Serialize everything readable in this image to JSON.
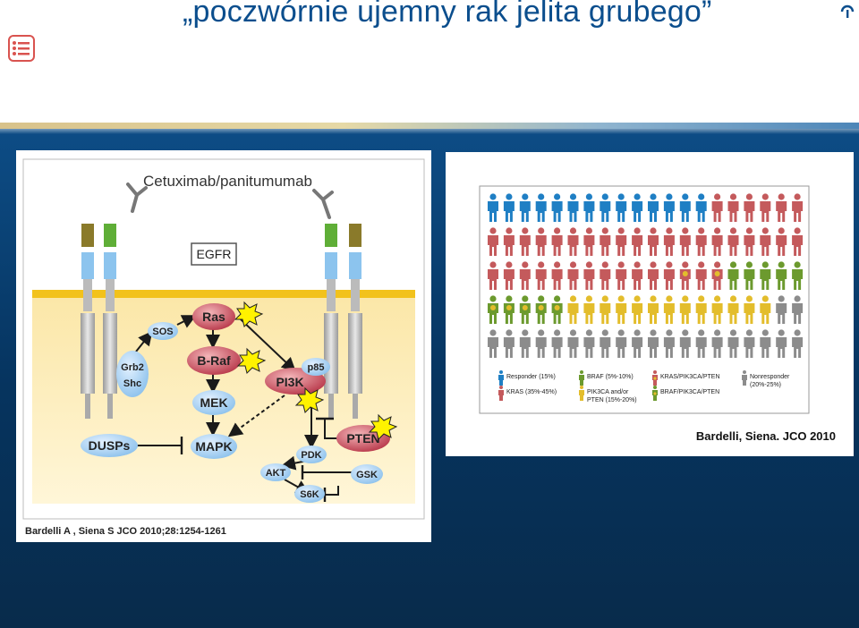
{
  "slide": {
    "title": "„poczwórnie ujemny rak jelita grubego”"
  },
  "icons": {
    "menu": "list-menu-icon",
    "info": "info-icon"
  },
  "pathway_figure": {
    "drug_label": "Cetuximab/panitumumab",
    "receptor_label": "EGFR",
    "nodes": {
      "ras": "Ras",
      "braf": "B-Raf",
      "mek": "MEK",
      "mapk": "MAPK",
      "pi3k": "PI3K",
      "p85": "p85",
      "pten": "PTEN",
      "pdk": "PDK",
      "akt": "AKT",
      "gsk": "GSK",
      "s6k": "S6K",
      "sos": "SOS",
      "grb2": "Grb2",
      "shc": "Shc",
      "dusps": "DUSPs"
    },
    "citation": "Bardelli A , Siena S JCO 2010;28:1254-1261"
  },
  "population_figure": {
    "legend": {
      "responder": "Responder (15%)",
      "kras": "KRAS (35%-45%)",
      "braf": "BRAF (5%-10%)",
      "pik3ca_l1": "PIK3CA and/or",
      "pik3ca_l2": "PTEN (15%-20%)",
      "kras_pik3ca": "KRAS/PIK3CA/PTEN",
      "braf_pik3ca": "BRAF/PIK3CA/PTEN",
      "nonresponder_l1": "Nonresponder",
      "nonresponder_l2": "(20%-25%)"
    },
    "colors": {
      "responder": "#1f7fc4",
      "kras": "#c45a5c",
      "braf": "#6c9a2e",
      "pik3ca": "#e3bd2c",
      "nonresponder": "#8c8c8c"
    },
    "citation": "Bardelli, Siena. JCO 2010"
  }
}
